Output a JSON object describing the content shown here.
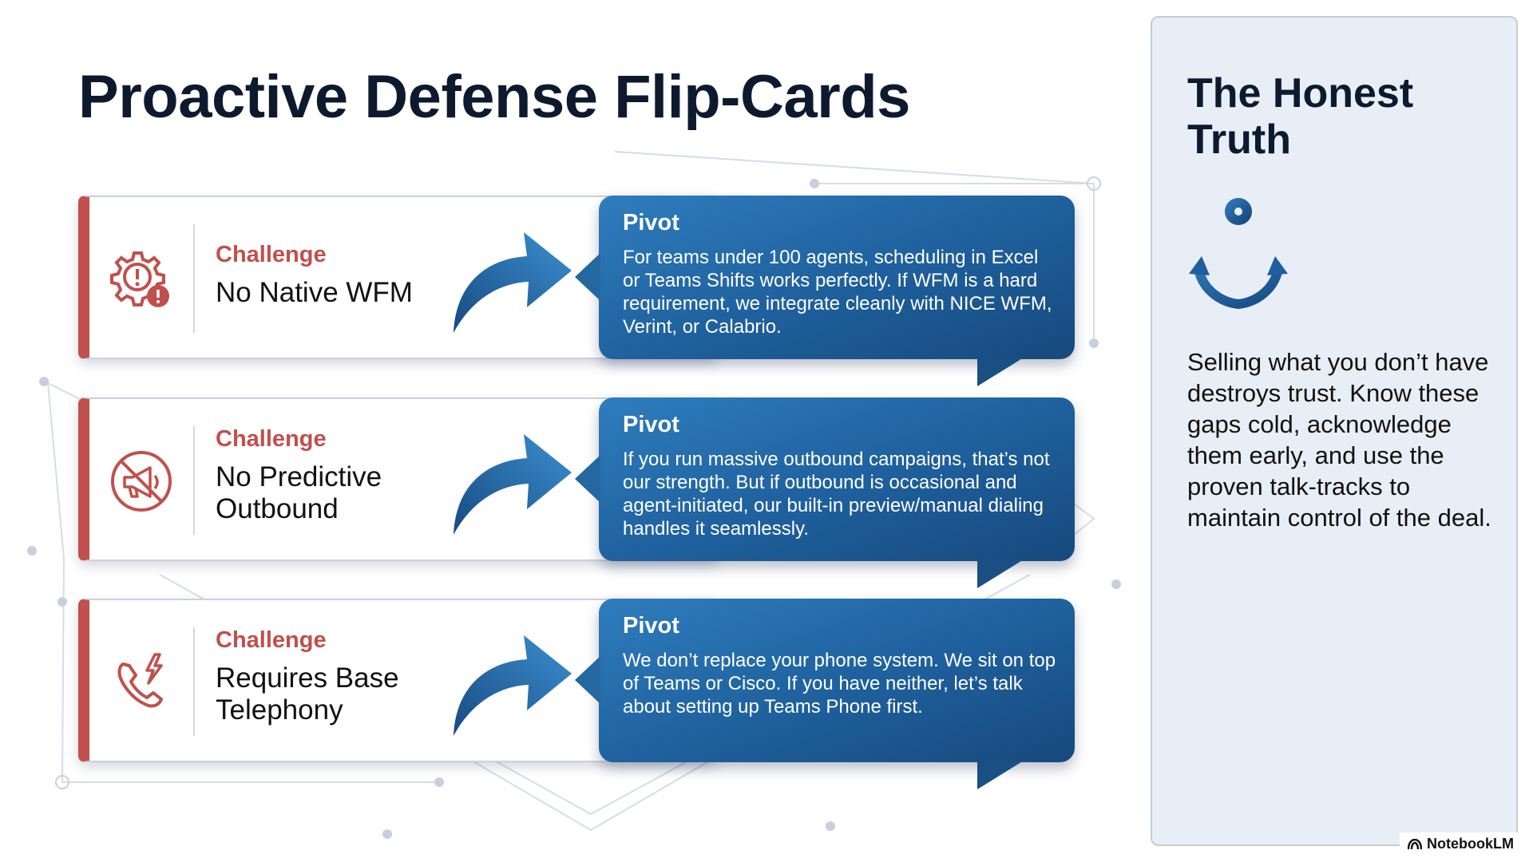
{
  "title": "Proactive Defense Flip-Cards",
  "cards": [
    {
      "challenge_label": "Challenge",
      "challenge_title": "No Native WFM",
      "icon": "gear-alert-icon",
      "pivot_label": "Pivot",
      "pivot_text": "For teams under 100 agents, scheduling in Excel or Teams Shifts works perfectly. If WFM is a hard requirement, we integrate cleanly with NICE WFM, Verint, or Calabrio."
    },
    {
      "challenge_label": "Challenge",
      "challenge_title": "No Predictive Outbound",
      "icon": "no-megaphone-icon",
      "pivot_label": "Pivot",
      "pivot_text": "If you run massive outbound campaigns, that’s not our strength. But if outbound is occasional and agent-initiated, our built-in preview/manual dialing handles it seamlessly."
    },
    {
      "challenge_label": "Challenge",
      "challenge_title": "Requires Base Telephony",
      "icon": "phone-lightning-icon",
      "pivot_label": "Pivot",
      "pivot_text": "We don’t replace your phone system. We sit on top of Teams or Cisco. If you have neither, let’s talk about setting up Teams Phone first."
    }
  ],
  "side": {
    "title": "The Honest Truth",
    "icon": "anchor-icon",
    "text": "Selling what you don’t have destroys trust. Know these gaps cold, acknowledge them early, and use the proven talk-tracks to maintain control of the deal."
  },
  "brand": "NotebookLM",
  "colors": {
    "accent_red": "#c0504d",
    "pivot_blue": "#1e5f9c",
    "panel_bg": "#e8eef6",
    "title_navy": "#0d1a2e"
  }
}
